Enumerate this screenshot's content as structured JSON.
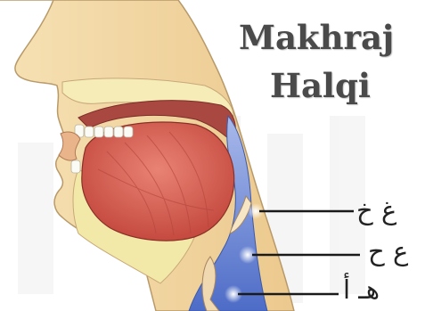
{
  "title": {
    "line1": "Makhraj",
    "line2": "Halqi"
  },
  "labels": [
    {
      "text": "غ خ"
    },
    {
      "text": "ع ح"
    },
    {
      "text": "هـ أ"
    }
  ],
  "colors": {
    "skin": "#f3d9a8",
    "skin_outline": "#b89a6a",
    "tongue": "#d9645a",
    "tongue_muscle": "#b4443c",
    "palate": "#a94840",
    "throat_blue": "#5d7fd0",
    "fat_yellow": "#f2e9a8",
    "pointer_line": "#1a1a1a"
  }
}
